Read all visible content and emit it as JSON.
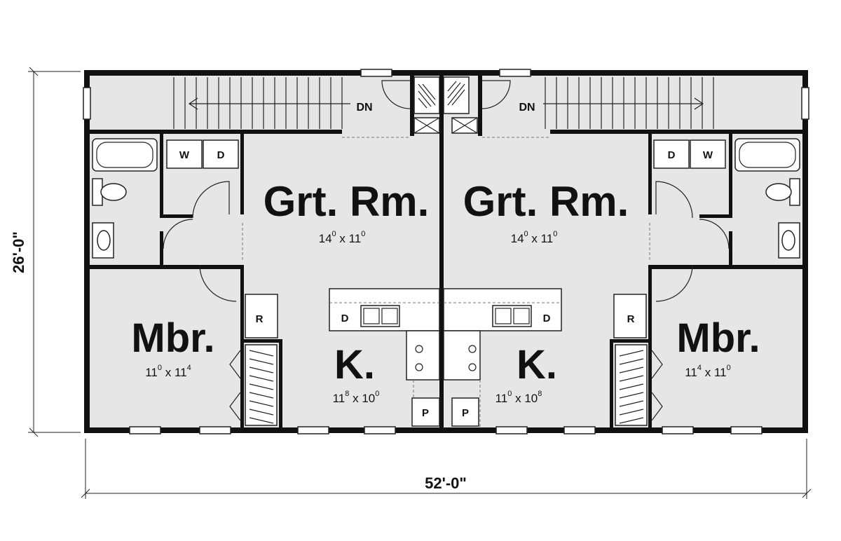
{
  "dimensions": {
    "width": "52'-0\"",
    "depth": "26'-0\""
  },
  "stairs": {
    "left": "DN",
    "right": "DN"
  },
  "great_room": {
    "left": {
      "name": "Grt. Rm.",
      "w": "14",
      "w_in": "0",
      "d": "11",
      "d_in": "0"
    },
    "right": {
      "name": "Grt. Rm.",
      "w": "14",
      "w_in": "0",
      "d": "11",
      "d_in": "0"
    }
  },
  "kitchen": {
    "left": {
      "name": "K.",
      "w": "11",
      "w_in": "8",
      "d": "10",
      "d_in": "0"
    },
    "right": {
      "name": "K.",
      "w": "11",
      "w_in": "0",
      "d": "10",
      "d_in": "8"
    }
  },
  "master_bedroom": {
    "left": {
      "name": "Mbr.",
      "w": "11",
      "w_in": "0",
      "d": "11",
      "d_in": "4"
    },
    "right": {
      "name": "Mbr.",
      "w": "11",
      "w_in": "4",
      "d": "11",
      "d_in": "0"
    }
  },
  "appliances": {
    "left": {
      "washer": "W",
      "dryer": "D",
      "dishwasher": "D",
      "refrigerator": "R",
      "pantry": "P"
    },
    "right": {
      "washer": "W",
      "dryer": "D",
      "dishwasher": "D",
      "refrigerator": "R",
      "pantry": "P"
    }
  }
}
